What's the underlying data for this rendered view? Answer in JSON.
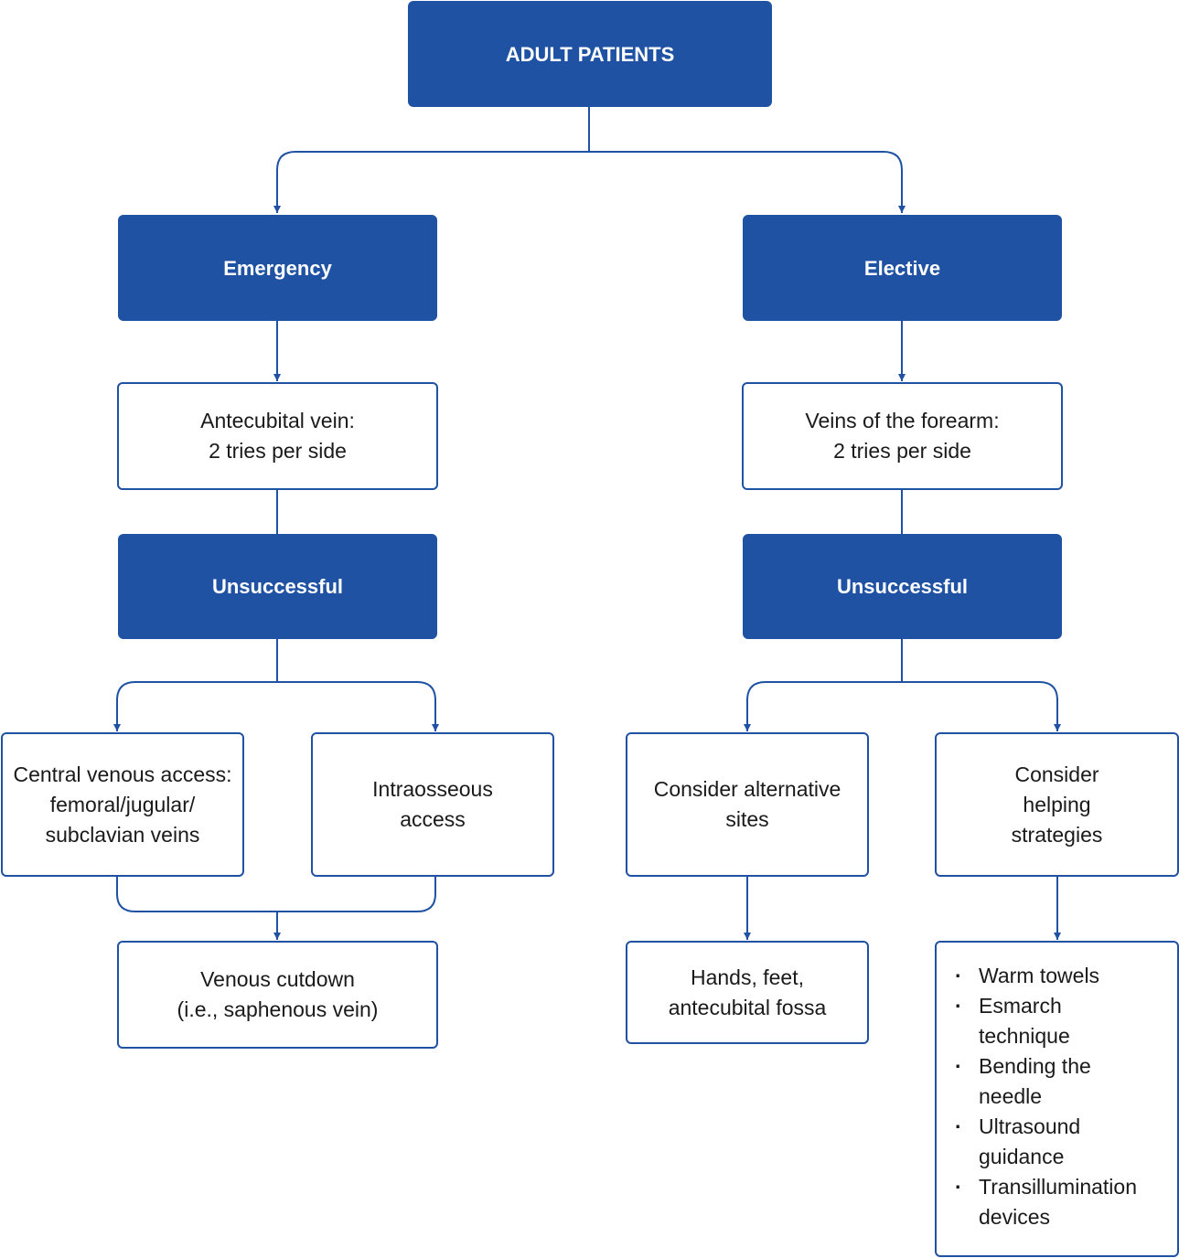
{
  "root": "ADULT PATIENTS",
  "emergency": {
    "label": "Emergency",
    "first_try": [
      "Antecubital vein:",
      "2 tries per side"
    ],
    "unsuccessful": "Unsuccessful",
    "central": [
      "Central venous access:",
      "femoral/jugular/",
      "subclavian veins"
    ],
    "intraosseous": [
      "Intraosseous",
      "access"
    ],
    "cutdown": [
      "Venous cutdown",
      "(i.e., saphenous vein)"
    ]
  },
  "elective": {
    "label": "Elective",
    "first_try": [
      "Veins of the forearm:",
      "2 tries per side"
    ],
    "unsuccessful": "Unsuccessful",
    "alternative": [
      "Consider alternative",
      "sites"
    ],
    "alternative_sites": [
      "Hands, feet,",
      "antecubital fossa"
    ],
    "helping": [
      "Consider",
      "helping",
      "strategies"
    ],
    "strategies": [
      [
        "Warm towels"
      ],
      [
        "Esmarch",
        "technique"
      ],
      [
        "Bending the",
        "needle"
      ],
      [
        "Ultrasound",
        "guidance"
      ],
      [
        "Transillumination",
        "devices"
      ]
    ]
  },
  "colors": {
    "primary": "#1f52a3",
    "text": "#1a1a1a",
    "background": "#ffffff"
  }
}
